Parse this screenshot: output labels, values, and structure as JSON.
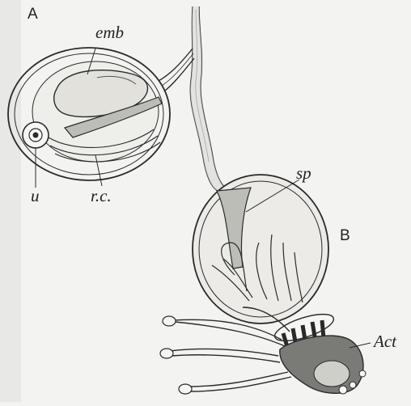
{
  "labels": {
    "a": "A",
    "b": "B",
    "emb": "emb",
    "u": "u",
    "rc": "r.c.",
    "sp": "sp",
    "act": "Act"
  },
  "colors": {
    "background": "#f3f3f1",
    "ink": "#2a2a2a",
    "stalk_fill": "#d9d9d6",
    "embryo_fill": "#e6e5e0",
    "shading": "#b8b8b4"
  }
}
